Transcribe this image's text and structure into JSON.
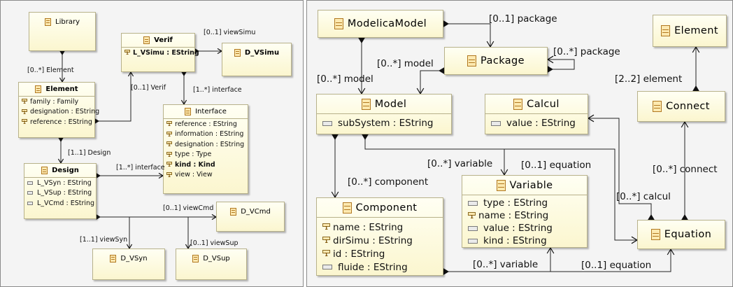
{
  "left": {
    "classes": {
      "library": {
        "name": "Library"
      },
      "element": {
        "name": "Element",
        "attrs": [
          {
            "icon": "id-attribute-icon",
            "text": "family : Family"
          },
          {
            "icon": "id-attribute-icon",
            "text": "designation : EString"
          },
          {
            "icon": "id-attribute-icon",
            "text": "reference : EString"
          }
        ]
      },
      "verif": {
        "name": "Verif",
        "attrs": [
          {
            "icon": "id-attribute-icon",
            "text": "L_VSimu : EString"
          }
        ]
      },
      "d_vsimu": {
        "name": "D_VSimu"
      },
      "interface": {
        "name": "Interface",
        "attrs": [
          {
            "icon": "id-attribute-icon",
            "text": "reference : EString"
          },
          {
            "icon": "id-attribute-icon",
            "text": "information : EString"
          },
          {
            "icon": "id-attribute-icon",
            "text": "designation : EString"
          },
          {
            "icon": "id-attribute-icon",
            "text": "type : Type"
          },
          {
            "icon": "id-attribute-icon",
            "text": "kind : Kind"
          },
          {
            "icon": "id-attribute-icon",
            "text": "view : View"
          }
        ]
      },
      "design": {
        "name": "Design",
        "attrs": [
          {
            "icon": "attribute-icon",
            "text": "L_VSyn : EString"
          },
          {
            "icon": "attribute-icon",
            "text": "L_VSup : EString"
          },
          {
            "icon": "attribute-icon",
            "text": "L_VCmd : EString"
          }
        ]
      },
      "d_vcmd": {
        "name": "D_VCmd"
      },
      "d_vsyn": {
        "name": "D_VSyn"
      },
      "d_vsup": {
        "name": "D_VSup"
      }
    },
    "edge_labels": {
      "element": "[0..*] Element",
      "verif": "[0..1] Verif",
      "viewsimu": "[0..1] viewSimu",
      "interface_from_verif": "[1..*] interface",
      "design": "[1..1] Design",
      "interface_from_design": "[1..*] interface",
      "viewcmd": "[0..1] viewCmd",
      "viewsyn": "[1..1] viewSyn",
      "viewsup": "[0..1] viewSup"
    }
  },
  "right": {
    "classes": {
      "modelicamodel": {
        "name": "ModelicaModel"
      },
      "package": {
        "name": "Package"
      },
      "element": {
        "name": "Element"
      },
      "model": {
        "name": "Model",
        "attrs": [
          {
            "icon": "attribute-icon",
            "text": "subSystem : EString"
          }
        ]
      },
      "calcul": {
        "name": "Calcul",
        "attrs": [
          {
            "icon": "attribute-icon",
            "text": "value : EString"
          }
        ]
      },
      "connect": {
        "name": "Connect"
      },
      "variable": {
        "name": "Variable",
        "attrs": [
          {
            "icon": "attribute-icon",
            "text": "type : EString"
          },
          {
            "icon": "id-attribute-icon",
            "text": "name : EString"
          },
          {
            "icon": "attribute-icon",
            "text": "value : EString"
          },
          {
            "icon": "attribute-icon",
            "text": "kind : EString"
          }
        ]
      },
      "component": {
        "name": "Component",
        "attrs": [
          {
            "icon": "id-attribute-icon",
            "text": "name : EString"
          },
          {
            "icon": "id-attribute-icon",
            "text": "dirSimu : EString"
          },
          {
            "icon": "id-attribute-icon",
            "text": "id : EString"
          },
          {
            "icon": "attribute-icon",
            "text": "fluide : EString"
          }
        ]
      },
      "equation": {
        "name": "Equation"
      }
    },
    "edge_labels": {
      "package_top": "[0..1] package",
      "package_self": "[0..*] package",
      "model_from_package": "[0..*] model",
      "model_from_modelica": "[0..*] model",
      "element": "[2..2] element",
      "variable_from_model": "[0..*] variable",
      "equation_from_model": "[0..1] equation",
      "component": "[0..*] component",
      "connect": "[0..*] connect",
      "calcul": "[0..*] calcul",
      "variable_from_component": "[0..*] variable",
      "equation_from_component": "[0..1] equation"
    }
  }
}
